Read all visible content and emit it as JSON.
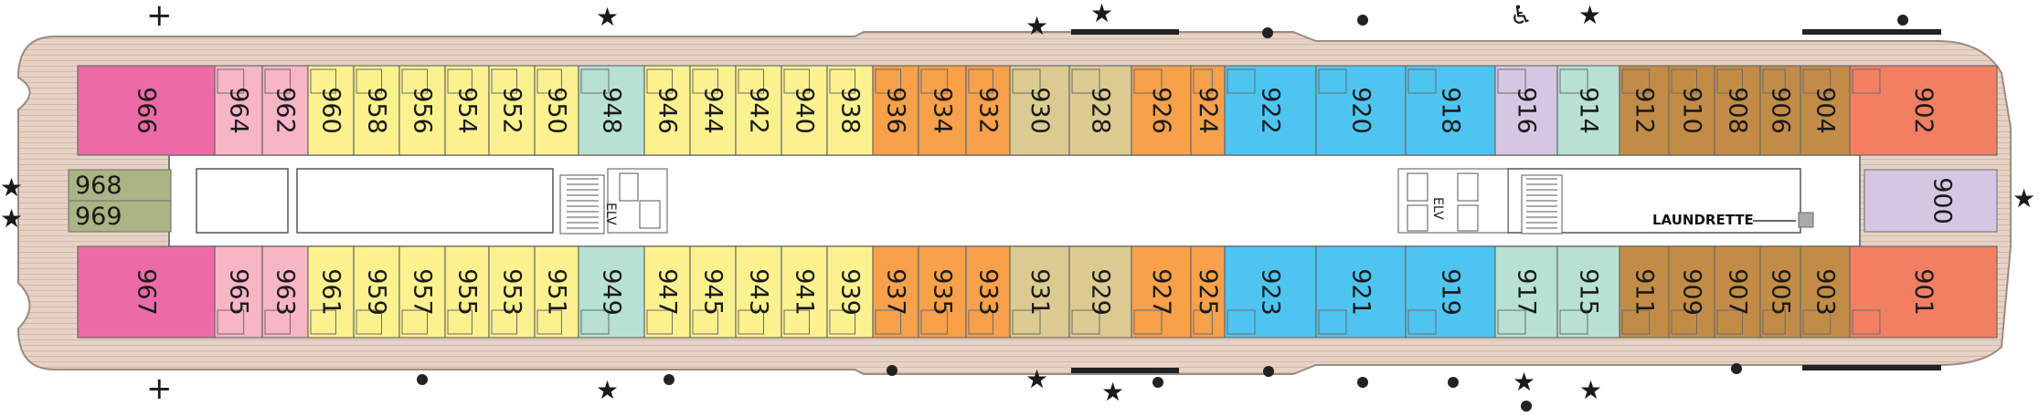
{
  "colors": {
    "pink_dark": "#ec6aa6",
    "pink_light": "#f7b5c6",
    "yellow": "#fbf28f",
    "mint": "#b7e2d3",
    "orange": "#f8a04a",
    "khaki": "#dccb91",
    "blue": "#4ec4f0",
    "lavender": "#d5c7e3",
    "brown": "#c38c46",
    "salmon": "#f27f62",
    "olive": "#aab484",
    "deck": "#e2cec0"
  },
  "top_cabins": [
    {
      "n": "966",
      "c": "pink_dark"
    },
    {
      "n": "964",
      "c": "pink_light"
    },
    {
      "n": "962",
      "c": "pink_light"
    },
    {
      "n": "960",
      "c": "yellow"
    },
    {
      "n": "958",
      "c": "yellow"
    },
    {
      "n": "956",
      "c": "yellow"
    },
    {
      "n": "954",
      "c": "yellow"
    },
    {
      "n": "952",
      "c": "yellow"
    },
    {
      "n": "950",
      "c": "yellow"
    },
    {
      "n": "948",
      "c": "mint"
    },
    {
      "n": "946",
      "c": "yellow"
    },
    {
      "n": "944",
      "c": "yellow"
    },
    {
      "n": "942",
      "c": "yellow"
    },
    {
      "n": "940",
      "c": "yellow"
    },
    {
      "n": "938",
      "c": "yellow"
    },
    {
      "n": "936",
      "c": "orange"
    },
    {
      "n": "934",
      "c": "orange"
    },
    {
      "n": "932",
      "c": "orange"
    },
    {
      "n": "930",
      "c": "khaki"
    },
    {
      "n": "928",
      "c": "khaki"
    },
    {
      "n": "926",
      "c": "orange"
    },
    {
      "n": "924",
      "c": "orange"
    },
    {
      "n": "922",
      "c": "blue"
    },
    {
      "n": "920",
      "c": "blue"
    },
    {
      "n": "918",
      "c": "blue"
    },
    {
      "n": "916",
      "c": "lavender"
    },
    {
      "n": "914",
      "c": "mint"
    },
    {
      "n": "912",
      "c": "brown"
    },
    {
      "n": "910",
      "c": "brown"
    },
    {
      "n": "908",
      "c": "brown"
    },
    {
      "n": "906",
      "c": "brown"
    },
    {
      "n": "904",
      "c": "brown"
    },
    {
      "n": "902",
      "c": "salmon"
    }
  ],
  "bottom_cabins": [
    {
      "n": "967",
      "c": "pink_dark"
    },
    {
      "n": "965",
      "c": "pink_light"
    },
    {
      "n": "963",
      "c": "pink_light"
    },
    {
      "n": "961",
      "c": "yellow"
    },
    {
      "n": "959",
      "c": "yellow"
    },
    {
      "n": "957",
      "c": "yellow"
    },
    {
      "n": "955",
      "c": "yellow"
    },
    {
      "n": "953",
      "c": "yellow"
    },
    {
      "n": "951",
      "c": "yellow"
    },
    {
      "n": "949",
      "c": "mint"
    },
    {
      "n": "947",
      "c": "yellow"
    },
    {
      "n": "945",
      "c": "yellow"
    },
    {
      "n": "943",
      "c": "yellow"
    },
    {
      "n": "941",
      "c": "yellow"
    },
    {
      "n": "939",
      "c": "yellow"
    },
    {
      "n": "937",
      "c": "orange"
    },
    {
      "n": "935",
      "c": "orange"
    },
    {
      "n": "933",
      "c": "orange"
    },
    {
      "n": "931",
      "c": "khaki"
    },
    {
      "n": "929",
      "c": "khaki"
    },
    {
      "n": "927",
      "c": "orange"
    },
    {
      "n": "925",
      "c": "orange"
    },
    {
      "n": "923",
      "c": "blue"
    },
    {
      "n": "921",
      "c": "blue"
    },
    {
      "n": "919",
      "c": "blue"
    },
    {
      "n": "917",
      "c": "mint"
    },
    {
      "n": "915",
      "c": "mint"
    },
    {
      "n": "911",
      "c": "brown"
    },
    {
      "n": "909",
      "c": "brown"
    },
    {
      "n": "907",
      "c": "brown"
    },
    {
      "n": "905",
      "c": "brown"
    },
    {
      "n": "903",
      "c": "brown"
    },
    {
      "n": "901",
      "c": "salmon"
    }
  ],
  "aft_cabins": [
    {
      "n": "968",
      "c": "olive"
    },
    {
      "n": "969",
      "c": "olive"
    }
  ],
  "forward_cabin": {
    "n": "900",
    "c": "lavender"
  },
  "labels": {
    "elevator_left": "ELV",
    "elevator_right": "ELV",
    "laundrette": "LAUNDRETTE"
  },
  "legend_symbols": {
    "star": "★",
    "dot": "●",
    "plus": "+",
    "accessible": "♿"
  }
}
